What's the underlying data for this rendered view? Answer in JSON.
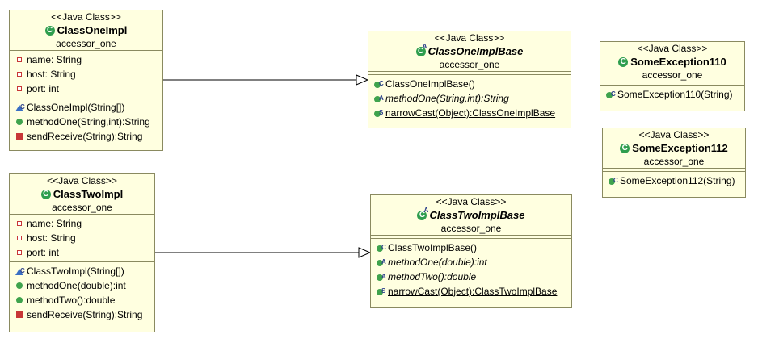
{
  "classes": {
    "class_one_impl": {
      "stereotype": "<<Java Class>>",
      "name": "ClassOneImpl",
      "package": "accessor_one",
      "fields": [
        {
          "text": "name: String"
        },
        {
          "text": "host: String"
        },
        {
          "text": "port: int"
        }
      ],
      "methods": [
        {
          "text": "ClassOneImpl(String[])",
          "icon": "constructor-icon"
        },
        {
          "text": "methodOne(String,int):String",
          "icon": "public-method-icon"
        },
        {
          "text": "sendReceive(String):String",
          "icon": "private-method-icon"
        }
      ]
    },
    "class_two_impl": {
      "stereotype": "<<Java Class>>",
      "name": "ClassTwoImpl",
      "package": "accessor_one",
      "fields": [
        {
          "text": "name: String"
        },
        {
          "text": "host: String"
        },
        {
          "text": "port: int"
        }
      ],
      "methods": [
        {
          "text": "ClassTwoImpl(String[])",
          "icon": "constructor-icon"
        },
        {
          "text": "methodOne(double):int",
          "icon": "public-method-icon"
        },
        {
          "text": "methodTwo():double",
          "icon": "public-method-icon"
        },
        {
          "text": "sendReceive(String):String",
          "icon": "private-method-icon"
        }
      ]
    },
    "class_one_impl_base": {
      "stereotype": "<<Java Class>>",
      "name": "ClassOneImplBase",
      "package": "accessor_one",
      "methods": [
        {
          "text": "ClassOneImplBase()",
          "icon": "constructor-icon"
        },
        {
          "text": "methodOne(String,int):String",
          "icon": "abstract-method-icon"
        },
        {
          "text": "narrowCast(Object):ClassOneImplBase",
          "icon": "static-method-icon"
        }
      ]
    },
    "class_two_impl_base": {
      "stereotype": "<<Java Class>>",
      "name": "ClassTwoImplBase",
      "package": "accessor_one",
      "methods": [
        {
          "text": "ClassTwoImplBase()",
          "icon": "constructor-icon"
        },
        {
          "text": "methodOne(double):int",
          "icon": "abstract-method-icon"
        },
        {
          "text": "methodTwo():double",
          "icon": "abstract-method-icon"
        },
        {
          "text": "narrowCast(Object):ClassTwoImplBase",
          "icon": "static-method-icon"
        }
      ]
    },
    "some_exception_110": {
      "stereotype": "<<Java Class>>",
      "name": "SomeException110",
      "package": "accessor_one",
      "methods": [
        {
          "text": "SomeException110(String)",
          "icon": "constructor-icon"
        }
      ]
    },
    "some_exception_112": {
      "stereotype": "<<Java Class>>",
      "name": "SomeException112",
      "package": "accessor_one",
      "methods": [
        {
          "text": "SomeException112(String)",
          "icon": "constructor-icon"
        }
      ]
    }
  },
  "colors": {
    "class_fill": "#ffffe0",
    "border": "#8a8a60",
    "class_icon": "#2f9e4e",
    "private": "#c83737",
    "public": "#3fa34d"
  }
}
